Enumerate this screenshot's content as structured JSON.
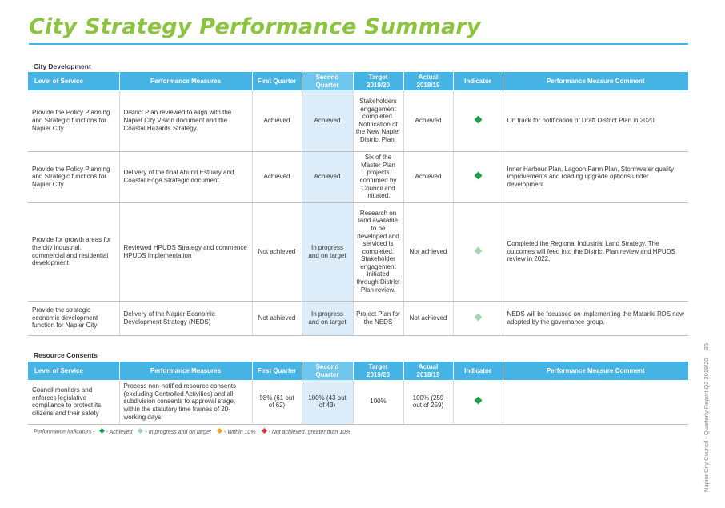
{
  "page": {
    "title": "City Strategy Performance Summary",
    "side_text": "Napier City Council - Quarterly Report Q2 2019/20",
    "page_number": "35"
  },
  "colors": {
    "header_blue": "#45b3e3",
    "achieved": "#1aa04a",
    "in_progress": "#9fd6b4",
    "within_10": "#f0a81c",
    "not_achieved": "#e0313a"
  },
  "city_development": {
    "section_title": "City Development",
    "headers": [
      "Level of Service",
      "Performance Measures",
      "First Quarter",
      "Second Quarter",
      "Target 2019/20",
      "Actual 2018/19",
      "Indicator",
      "Performance Measure Comment"
    ],
    "rows": [
      {
        "level": "Provide the Policy Planning and Strategic functions for Napier City",
        "measure": "District Plan reviewed to align with the Napier City Vision document and the Coastal Hazards Strategy.",
        "q1": "Achieved",
        "q2": "Achieved",
        "target": "Stakeholders engagement completed. Notification of the New Napier District Plan.",
        "actual": "Achieved",
        "indicator": "achieved",
        "comment": "On track for notification of Draft District Plan in 2020"
      },
      {
        "level": "Provide the Policy Planning and Strategic functions for Napier City",
        "measure": "Delivery of the final Ahuriri Estuary and Coastal Edge Strategic document.",
        "q1": "Achieved",
        "q2": "Achieved",
        "target": "Six of the Master Plan projects confirmed by Council and initiated.",
        "actual": "Achieved",
        "indicator": "achieved",
        "comment": "Inner Harbour Plan, Lagoon Farm Plan, Stormwater quality improvements and roading upgrade options under development"
      },
      {
        "level": "Provide for growth areas for the city industrial, commercial and residential development",
        "measure": "Reviewed HPUDS Strategy and commence HPUDS Implementation",
        "q1": "Not achieved",
        "q2": "In progress and on target",
        "target": "Research on land available to be developed and serviced is completed. Stakeholder engagement initiated through District Plan review.",
        "actual": "Not achieved",
        "indicator": "in_progress",
        "comment": "Completed the Regional Industrial Land Strategy. The outcomes will feed into the District Plan review and HPUDS review in 2022."
      },
      {
        "level": "Provide the strategic economic development function for Napier City",
        "measure": "Delivery of the Napier Economic Development Strategy (NEDS)",
        "q1": "Not achieved",
        "q2": "In progress and on target",
        "target": "Project Plan for the NEDS",
        "actual": "Not achieved",
        "indicator": "in_progress",
        "comment": "NEDS will be focussed on implementing the Matariki RDS now adopted by the governance group."
      }
    ]
  },
  "resource_consents": {
    "section_title": "Resource Consents",
    "headers": [
      "Level of Service",
      "Performance Measures",
      "First Quarter",
      "Second Quarter",
      "Target 2019/20",
      "Actual 2018/19",
      "Indicator",
      "Performance Measure Comment"
    ],
    "rows": [
      {
        "level": "Council monitors and enforces legislative compliance to protect its citizens and their safety",
        "measure": "Process non-notified resource consents (excluding Controlled Activities) and all subdivision consents to approval stage, within the statutory time frames of 20-working days",
        "q1": "98% (61 out of 62)",
        "q2": "100% (43 out of 43)",
        "target": "100%",
        "actual": "100% (259 out of 259)",
        "indicator": "achieved",
        "comment": ""
      }
    ]
  },
  "legend": {
    "prefix": "Performance Indicators -",
    "items": [
      {
        "key": "achieved",
        "label": "- Achieved"
      },
      {
        "key": "in_progress",
        "label": "- In progress and on target"
      },
      {
        "key": "within_10",
        "label": "- Within 10%"
      },
      {
        "key": "not_achieved",
        "label": "- Not achieved, greater than 10%"
      }
    ]
  }
}
